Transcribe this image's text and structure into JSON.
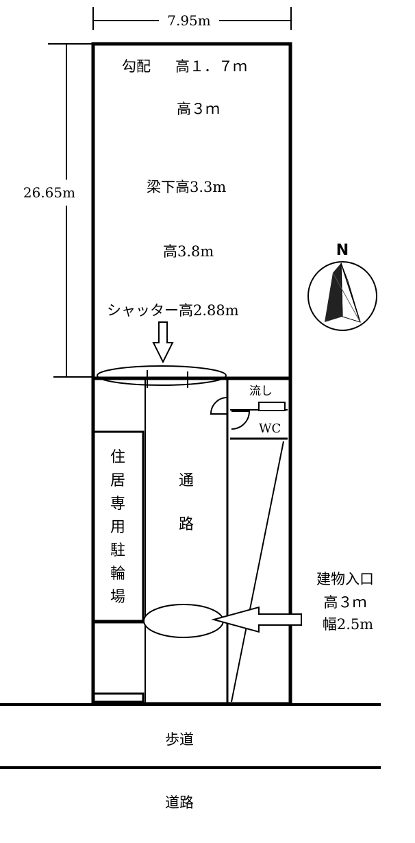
{
  "dimensions": {
    "width": "7.95m",
    "depth": "26.65m"
  },
  "warehouse": {
    "slope": "勾配",
    "height_17": "高１．７ｍ",
    "height_3": "高３ｍ",
    "beam_height": "梁下高3.3m",
    "height_38": "高3.8m",
    "shutter_height": "シャッター高2.88m"
  },
  "compass": {
    "north": "N"
  },
  "rooms": {
    "sink": "流し",
    "wc": "WC",
    "corridor_chars": [
      "通",
      "路"
    ],
    "bike_parking_chars": [
      "住",
      "居",
      "専",
      "用",
      "駐",
      "輪",
      "場"
    ]
  },
  "entrance": {
    "title": "建物入口",
    "height": "高３ｍ",
    "width": "幅2.5m"
  },
  "outside": {
    "sidewalk": "歩道",
    "road": "道路"
  }
}
